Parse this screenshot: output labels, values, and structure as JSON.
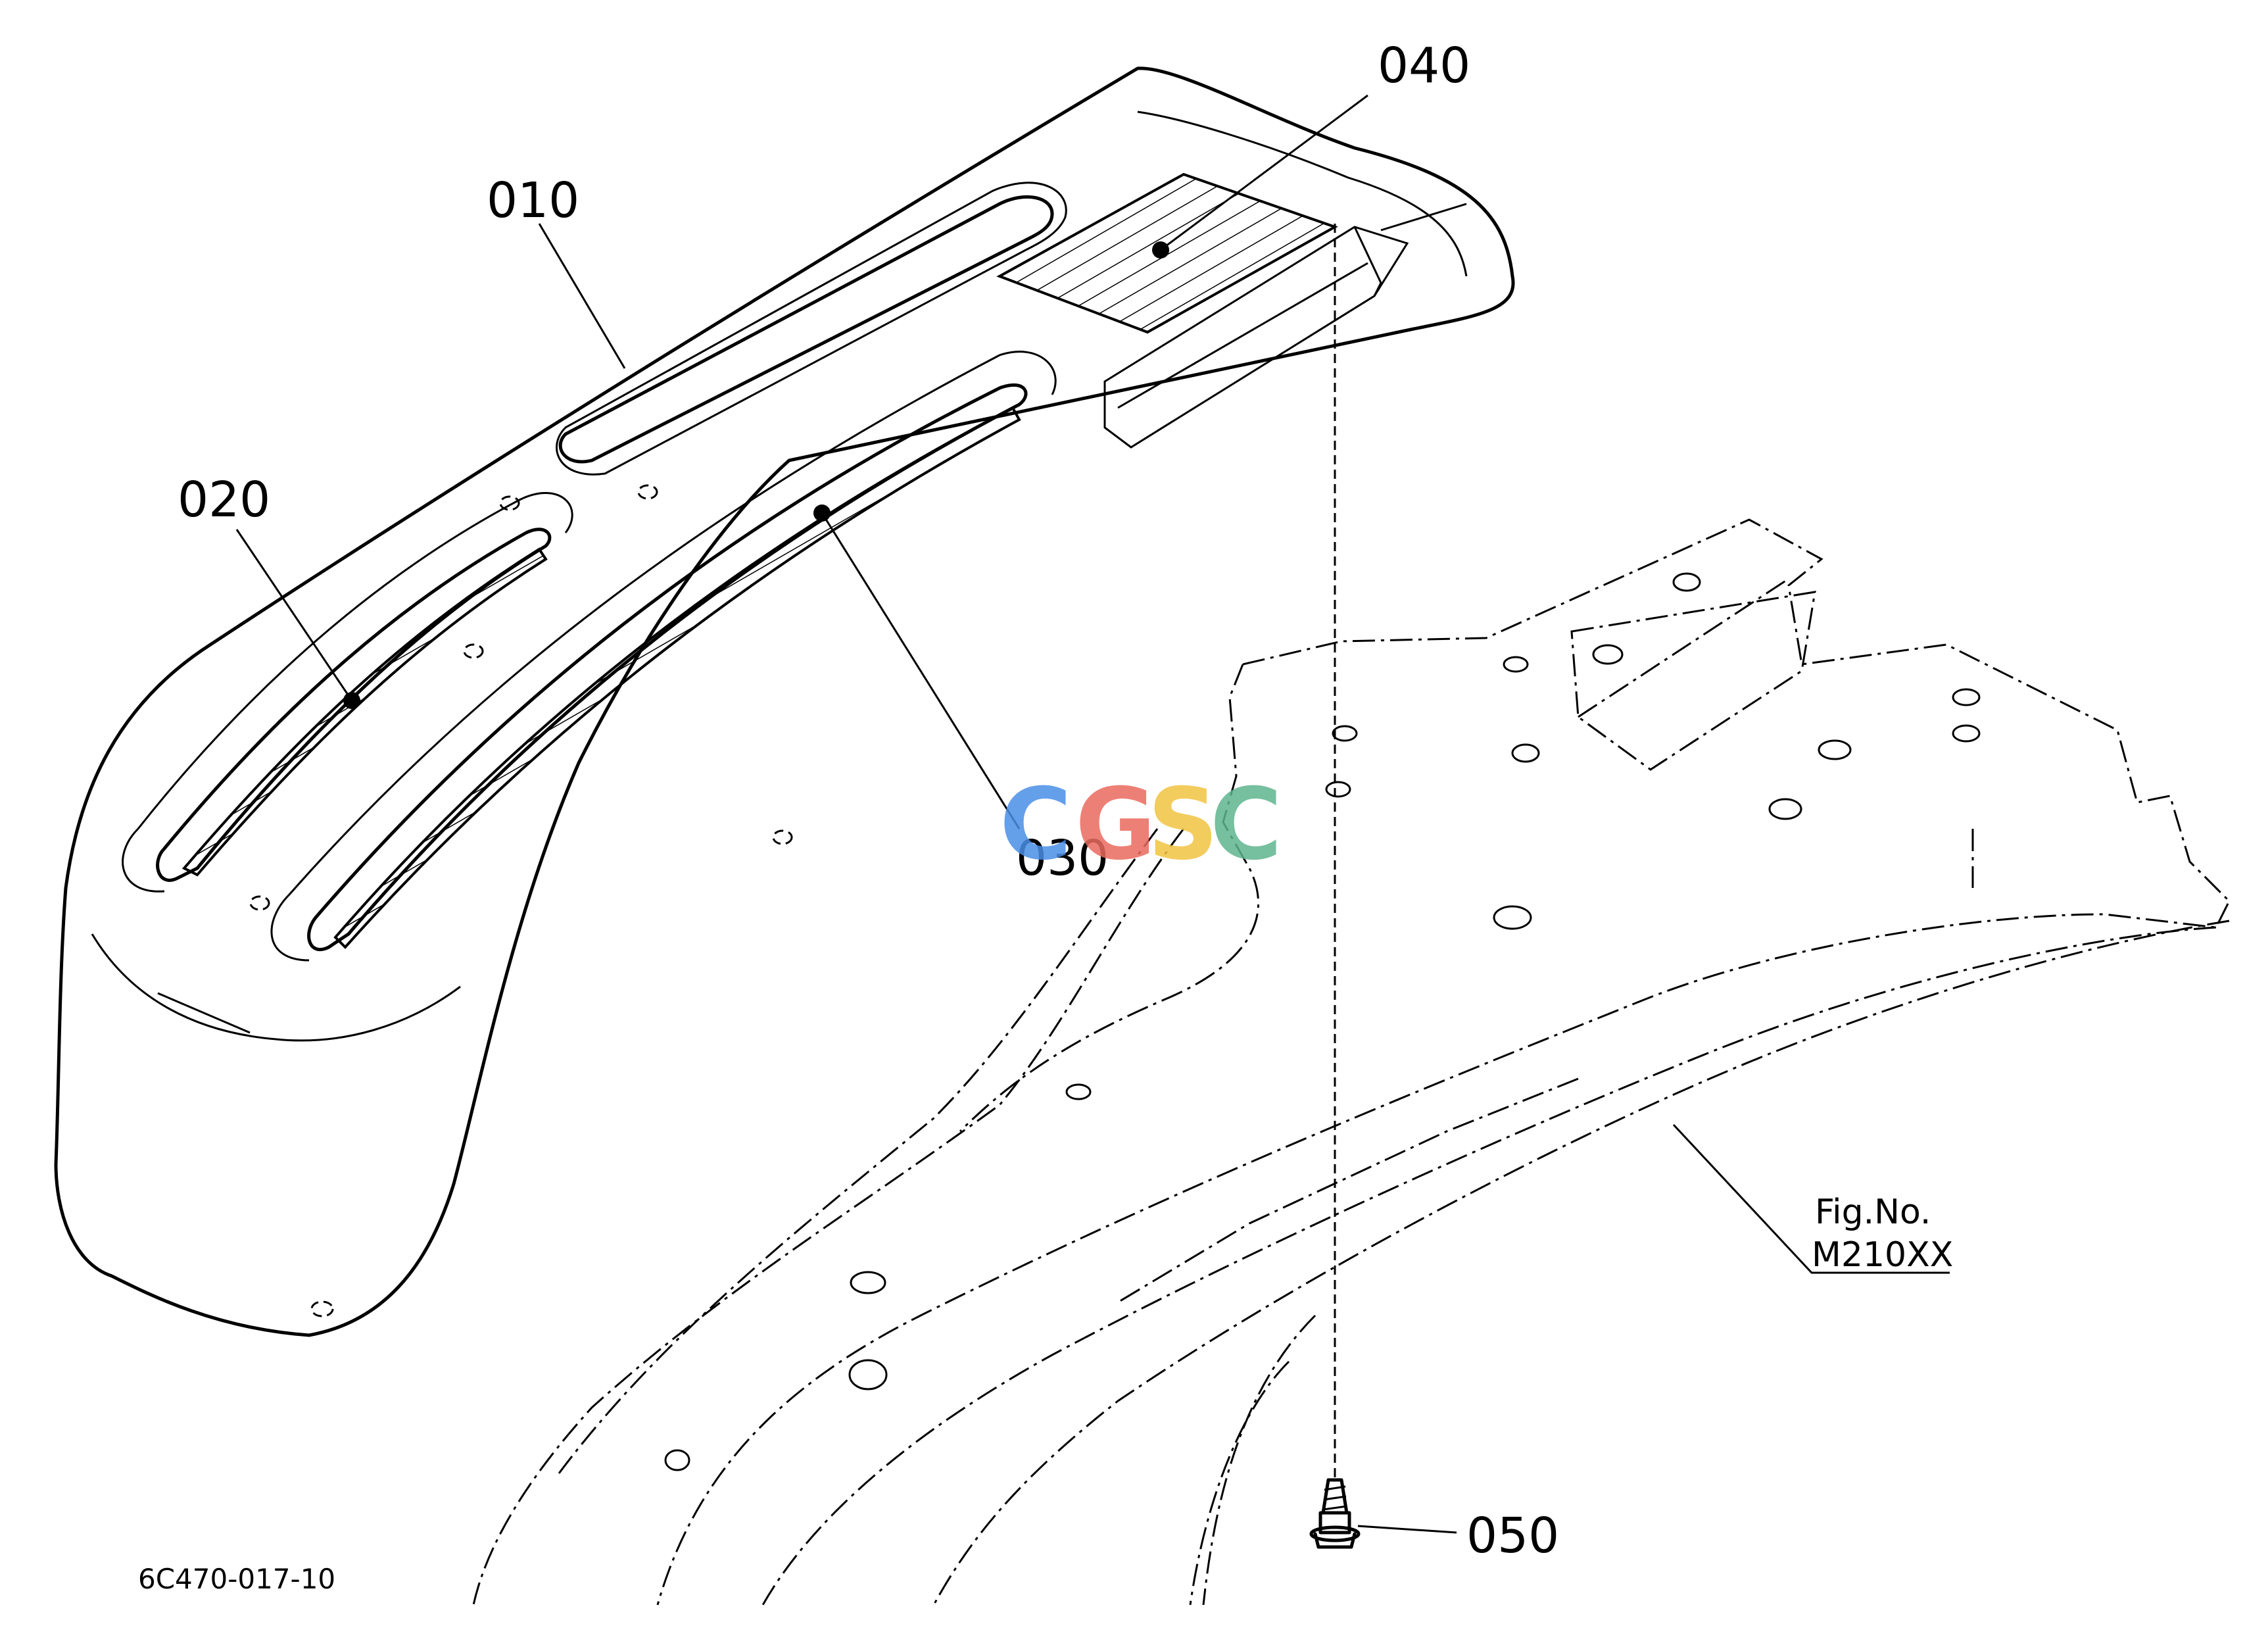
{
  "diagram": {
    "callouts": {
      "c010": "010",
      "c020": "020",
      "c030": "030",
      "c040": "040",
      "c050": "050"
    },
    "reference": {
      "line1": "Fig.No.",
      "line2": "M210XX"
    },
    "drawing_code": "6C470-017-10",
    "watermark": {
      "letters": [
        "C",
        "G",
        "S",
        "C"
      ],
      "colors": [
        "#4a8fe7",
        "#ea6b5f",
        "#f2c443",
        "#5fb58f"
      ]
    }
  }
}
